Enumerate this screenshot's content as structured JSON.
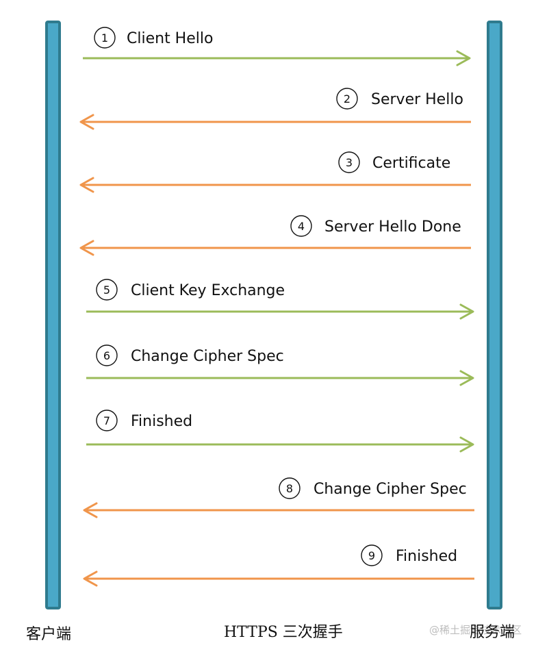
{
  "colors": {
    "lifeline_fill": "#4aa8c8",
    "lifeline_border": "#2f7b8e",
    "client_to_server": "#9bbb59",
    "server_to_client": "#f0954b"
  },
  "participants": {
    "client": "客户端",
    "server": "服务端"
  },
  "diagram_title": "HTTPS 三次握手",
  "watermark": "@稀土掘金技术社区",
  "messages": [
    {
      "number": "1",
      "label": "Client Hello",
      "direction": "client-to-server"
    },
    {
      "number": "2",
      "label": "Server Hello",
      "direction": "server-to-client"
    },
    {
      "number": "3",
      "label": "Certificate",
      "direction": "server-to-client"
    },
    {
      "number": "4",
      "label": "Server Hello Done",
      "direction": "server-to-client"
    },
    {
      "number": "5",
      "label": "Client Key Exchange",
      "direction": "client-to-server"
    },
    {
      "number": "6",
      "label": "Change Cipher Spec",
      "direction": "client-to-server"
    },
    {
      "number": "7",
      "label": "Finished",
      "direction": "client-to-server"
    },
    {
      "number": "8",
      "label": "Change Cipher Spec",
      "direction": "server-to-client"
    },
    {
      "number": "9",
      "label": "Finished",
      "direction": "server-to-client"
    }
  ]
}
